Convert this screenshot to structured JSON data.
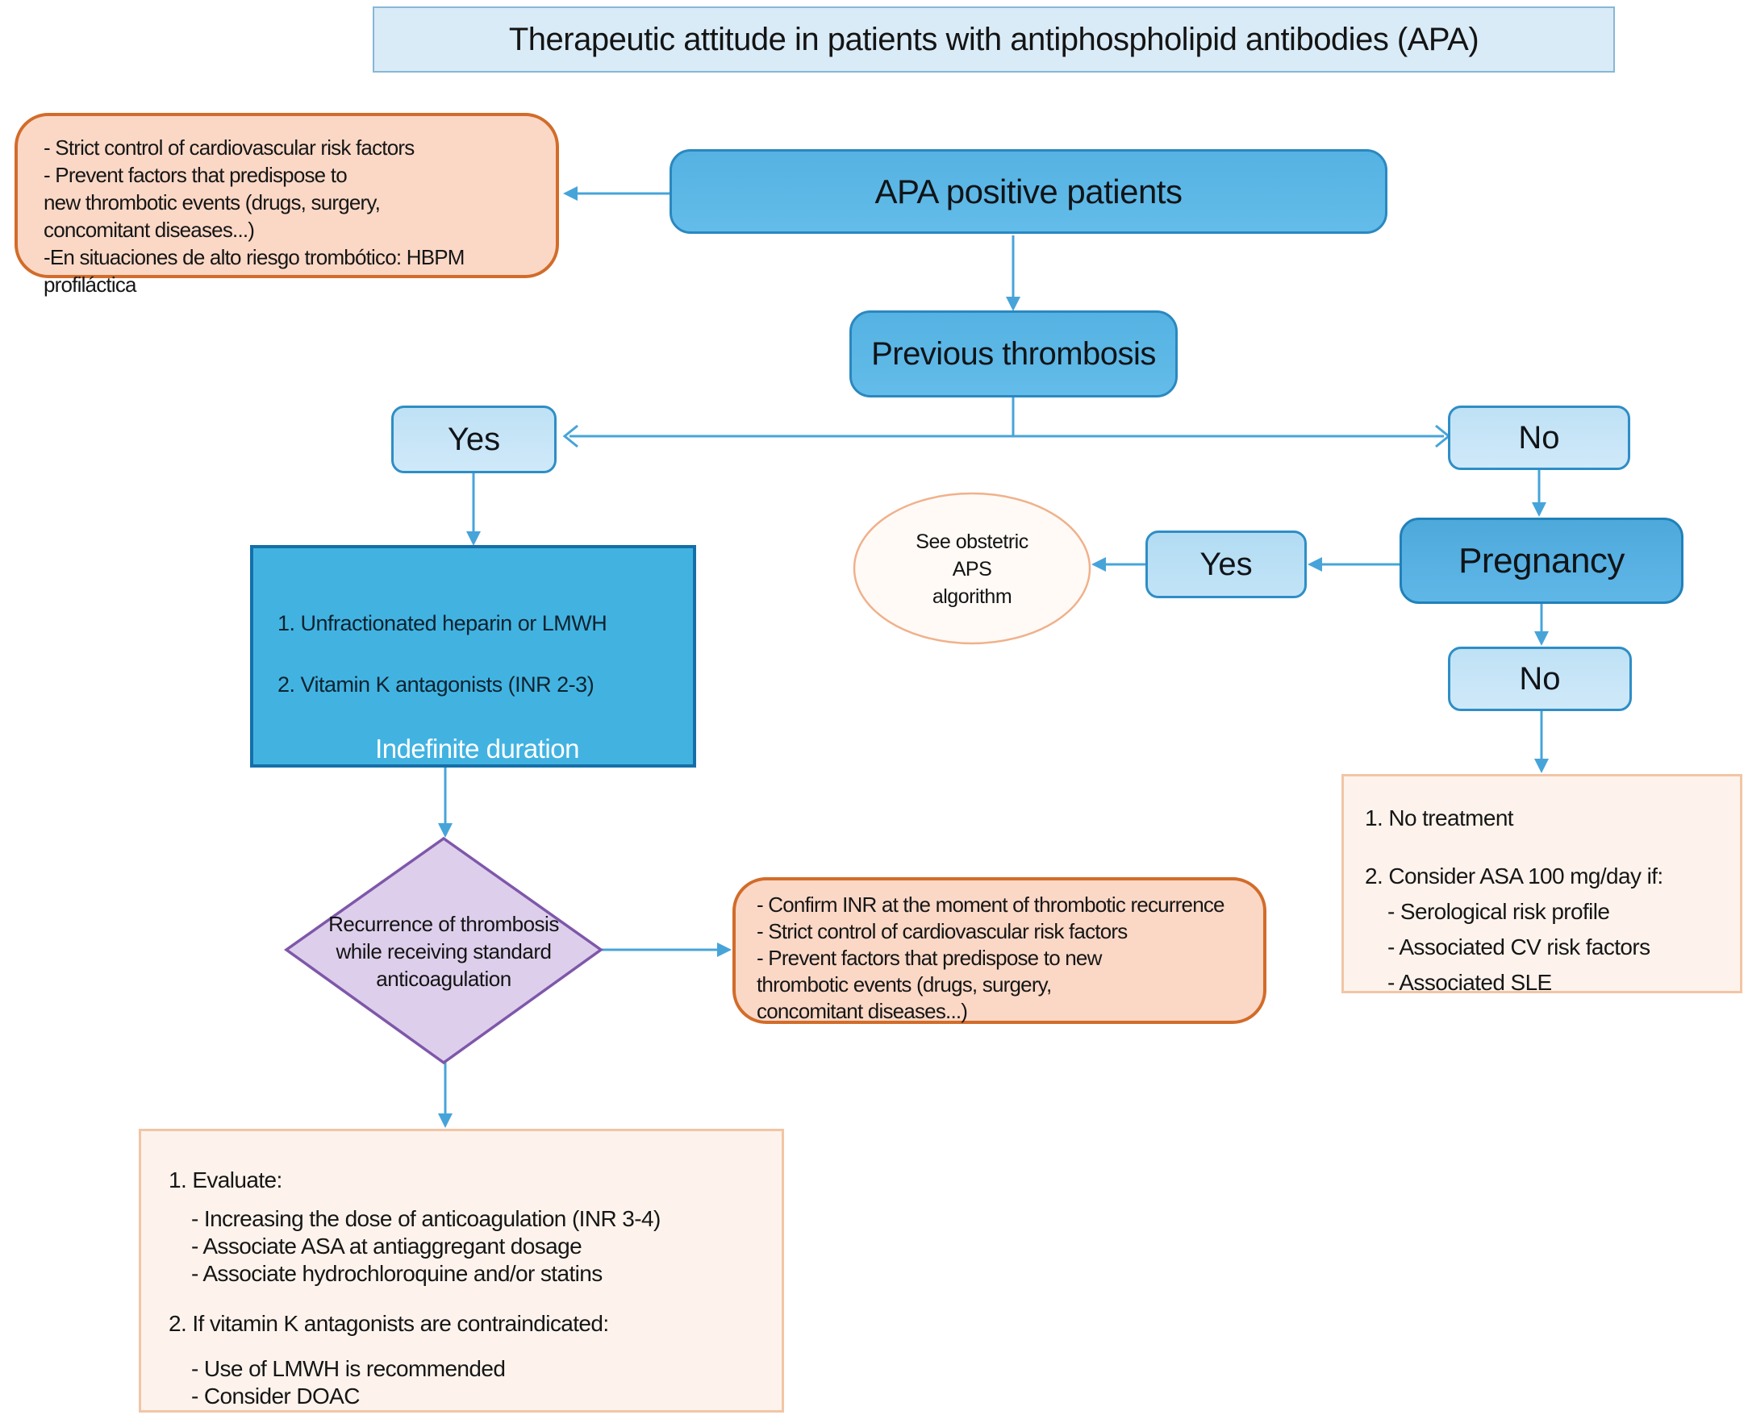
{
  "figure": {
    "title": "Therapeutic attitude in patients with antiphospholipid antibodies (APA)"
  },
  "palette": {
    "node_blue_fill": "#5db8e6",
    "node_blue_border": "#2a88c0",
    "small_node_fill": "#c9e6f7",
    "treatment_fill": "#42b3e1",
    "treatment_border": "#146fa8",
    "orange_note_fill": "#fbd8c6",
    "orange_note_border": "#d26c2a",
    "peach_note_fill": "#fdf3ec",
    "peach_note_border": "#f2c5a5",
    "diamond_fill": "#ddcfeb",
    "diamond_border": "#7e57aa",
    "ellipse_fill": "#fffaf6",
    "ellipse_border": "#f0b18b",
    "arrow": "#47a4d9",
    "title_fill": "#d9ebf7",
    "title_border": "#87b7d7"
  },
  "nodes": {
    "risk_advice": {
      "lines": [
        "- Strict control of cardiovascular risk factors",
        "- Prevent factors that predispose to",
        "new thrombotic events (drugs, surgery,",
        "concomitant diseases...)",
        "-En situaciones de alto riesgo trombótico: HBPM",
        "profiláctica"
      ]
    },
    "apa": {
      "label": "APA positive patients"
    },
    "previous_thrombosis": {
      "label": "Previous thrombosis"
    },
    "yes_left": {
      "label": "Yes"
    },
    "no_right": {
      "label": "No"
    },
    "obstetric_aps": {
      "lines": [
        "See obstetric",
        "APS",
        "algorithm"
      ]
    },
    "yes_mid": {
      "label": "Yes"
    },
    "pregnancy": {
      "label": "Pregnancy"
    },
    "no_bottom": {
      "label": "No"
    },
    "treatment": {
      "items": [
        "1. Unfractionated heparin or LMWH",
        "2. Vitamin K antagonists (INR 2-3)"
      ],
      "footer": "Indefinite duration"
    },
    "recurrence": {
      "lines": [
        "Recurrence of thrombosis",
        "while receiving standard",
        "anticoagulation"
      ]
    },
    "recurrence_advice": {
      "lines": [
        "- Confirm INR at the moment of thrombotic recurrence",
        "- Strict control of cardiovascular risk factors",
        "- Prevent factors that predispose to new",
        "thrombotic events (drugs, surgery,",
        "concomitant diseases...)"
      ]
    },
    "no_treatment": {
      "lines": [
        "1. No treatment",
        "2. Consider ASA 100 mg/day if:",
        "- Serological risk profile",
        "- Associated CV risk factors",
        "- Associated SLE"
      ]
    },
    "evaluate": {
      "lines": [
        "1. Evaluate:",
        "- Increasing the dose of anticoagulation (INR 3-4)",
        "- Associate ASA at antiaggregant dosage",
        "- Associate hydrochloroquine and/or statins",
        "2. If vitamin K antagonists are contraindicated:",
        "- Use of LMWH is recommended",
        "- Consider DOAC"
      ]
    }
  }
}
